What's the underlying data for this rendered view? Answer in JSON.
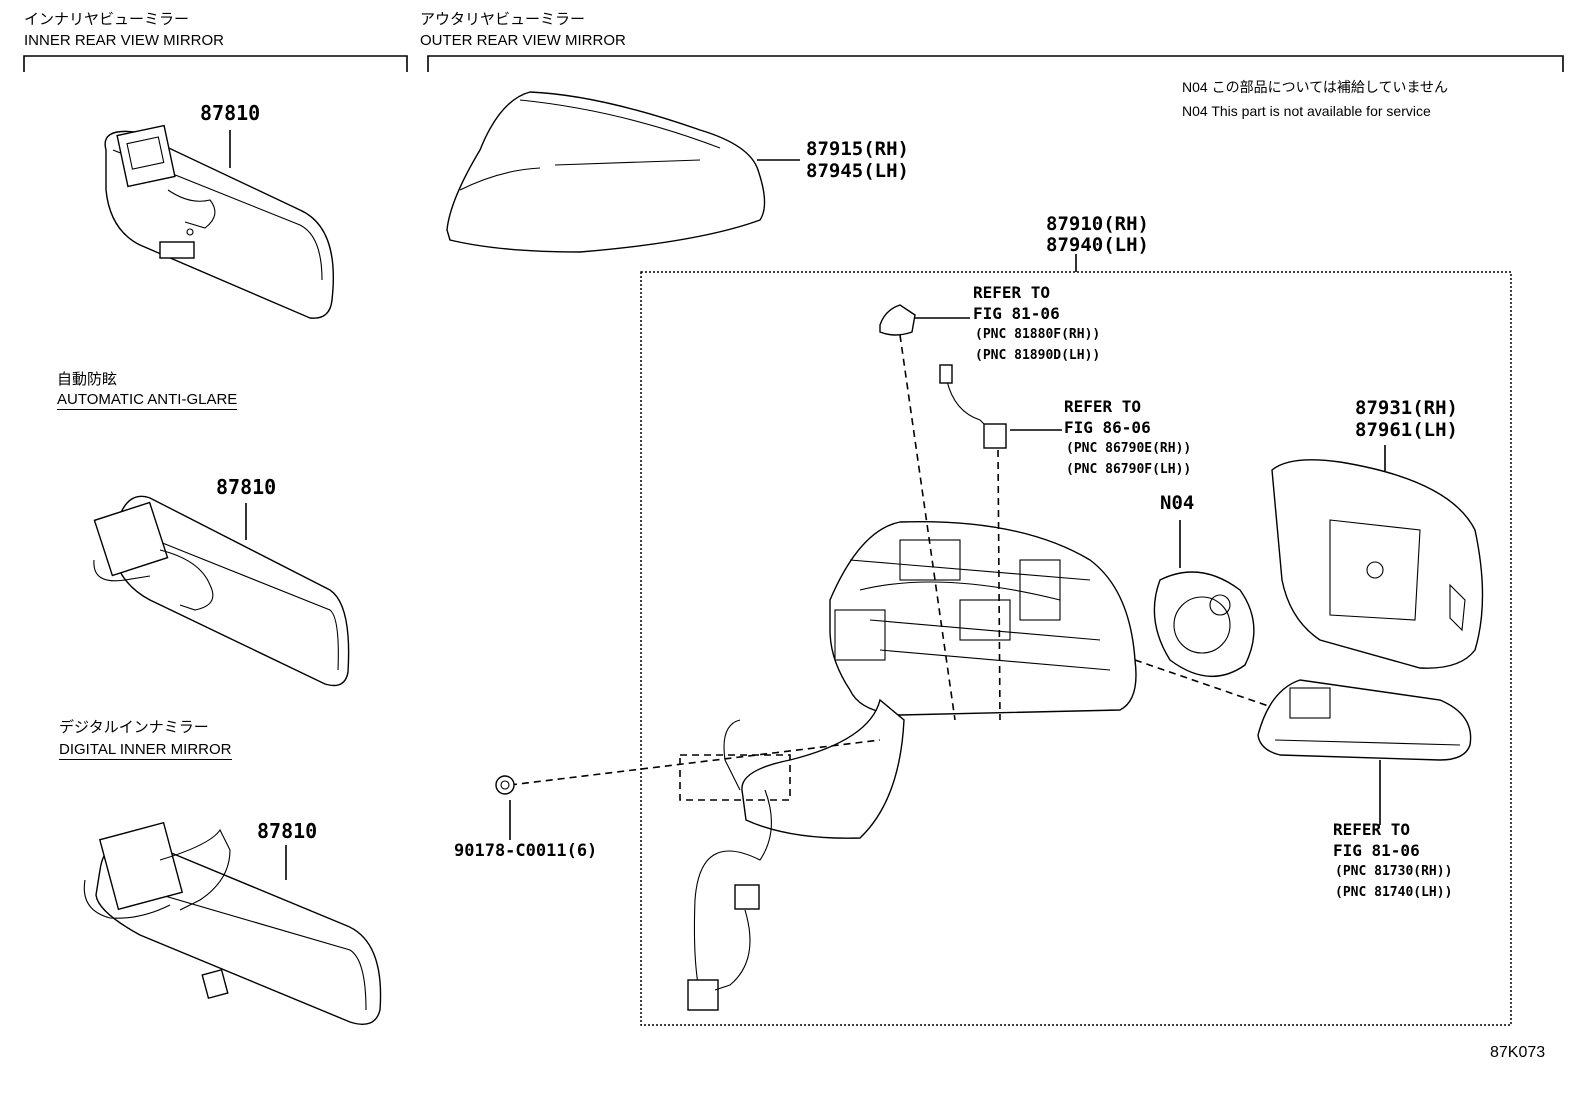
{
  "header": {
    "inner_jp": "インナリヤビューミラー",
    "inner_en": "INNER REAR VIEW MIRROR",
    "outer_jp": "アウタリヤビューミラー",
    "outer_en": "OUTER REAR VIEW MIRROR"
  },
  "note": {
    "jp": "N04 この部品については補給していません",
    "en": "N04 This part is not available for service"
  },
  "sections": {
    "auto_jp": "自動防眩",
    "auto_en": "AUTOMATIC ANTI-GLARE",
    "digital_jp": "デジタルインナミラー",
    "digital_en": "DIGITAL INNER MIRROR"
  },
  "parts": {
    "inner_mirror_1": "87810",
    "inner_mirror_2": "87810",
    "inner_mirror_3": "87810",
    "cover_rh": "87915(RH)",
    "cover_lh": "87945(LH)",
    "assy_rh": "87910(RH)",
    "assy_lh": "87940(LH)",
    "glass_rh": "87931(RH)",
    "glass_lh": "87961(LH)",
    "actuator": "N04",
    "screw": "90178-C0011(6)"
  },
  "refs": {
    "ref1_line1": "REFER TO",
    "ref1_line2": "FIG 81-06",
    "ref1_pnc_rh": "(PNC 81880F(RH))",
    "ref1_pnc_lh": "(PNC 81890D(LH))",
    "ref2_line1": "REFER TO",
    "ref2_line2": "FIG 86-06",
    "ref2_pnc_rh": "(PNC 86790E(RH))",
    "ref2_pnc_lh": "(PNC 86790F(LH))",
    "ref3_line1": "REFER TO",
    "ref3_line2": "FIG 81-06",
    "ref3_pnc_rh": "(PNC 81730(RH))",
    "ref3_pnc_lh": "(PNC 81740(LH))"
  },
  "figure_id": "87K073"
}
